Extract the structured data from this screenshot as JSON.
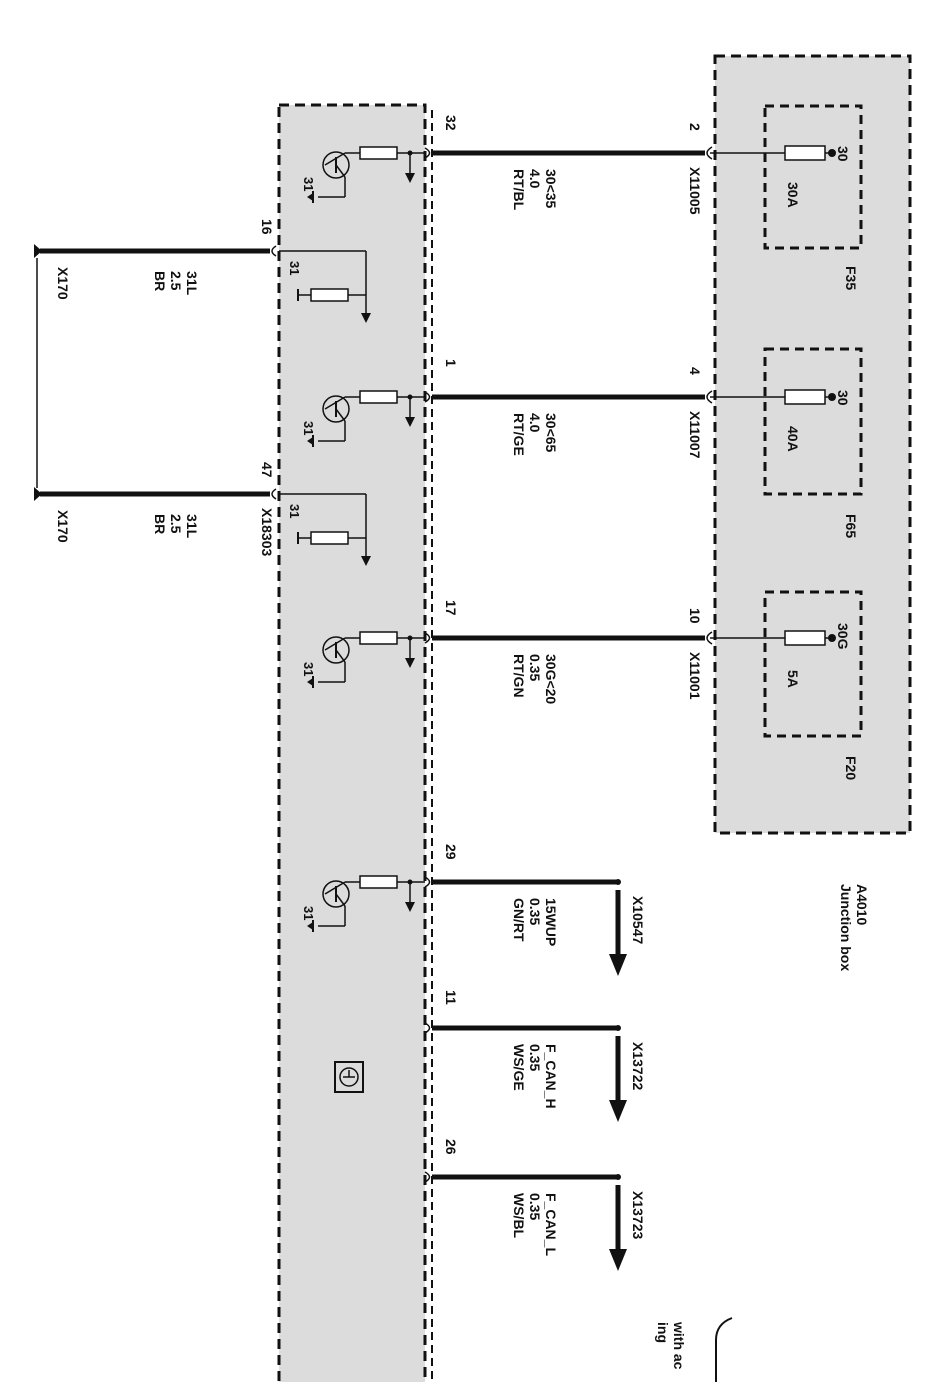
{
  "junction_box": {
    "id": "A4010",
    "name": "Junction box",
    "fuses": [
      {
        "name": "F35",
        "terminal": "30",
        "rating": "30A"
      },
      {
        "name": "F65",
        "terminal": "30",
        "rating": "40A"
      },
      {
        "name": "F20",
        "terminal": "30G",
        "rating": "5A"
      }
    ]
  },
  "outputs": [
    {
      "pin": "32",
      "jb_pin": "2",
      "connector": "X11005",
      "signal": "30<35",
      "gauge": "4.0",
      "color": "RT/BL"
    },
    {
      "pin": "1",
      "jb_pin": "4",
      "connector": "X11007",
      "signal": "30<65",
      "gauge": "4.0",
      "color": "RT/GE"
    },
    {
      "pin": "17",
      "jb_pin": "10",
      "connector": "X11001",
      "signal": "30G<20",
      "gauge": "0.35",
      "color": "RT/GN"
    },
    {
      "pin": "29",
      "connector": "X10547",
      "signal": "15WUP",
      "gauge": "0.35",
      "color": "GN/RT"
    },
    {
      "pin": "11",
      "connector": "X13722",
      "signal": "F_CAN_H",
      "gauge": "0.35",
      "color": "WS/GE"
    },
    {
      "pin": "26",
      "connector": "X13723",
      "signal": "F_CAN_L",
      "gauge": "0.35",
      "color": "WS/BL"
    }
  ],
  "grounds": [
    {
      "pin": "16",
      "ground": "X170",
      "signal": "31L",
      "gauge": "2.5",
      "color": "BR"
    },
    {
      "pin": "47",
      "ground": "X170",
      "signal": "31L",
      "gauge": "2.5",
      "color": "BR",
      "connector": "X18303"
    }
  ],
  "ground_terminal": "31",
  "note": {
    "line1": "with ac",
    "line2": "ing"
  }
}
